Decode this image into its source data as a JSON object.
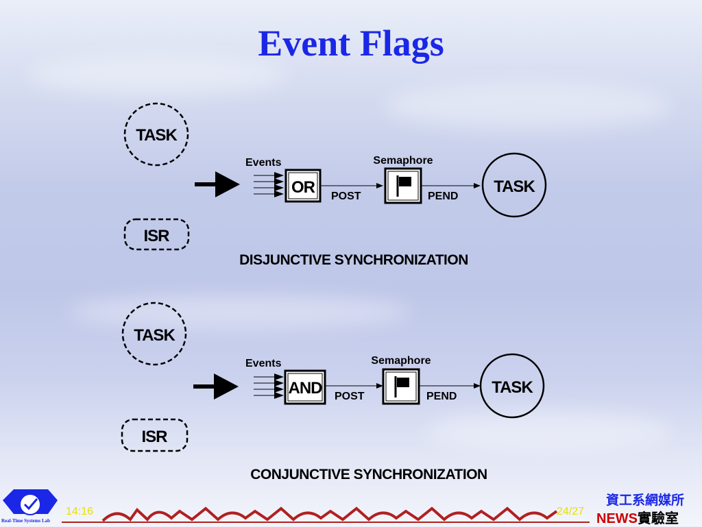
{
  "title": "Event Flags",
  "colors": {
    "title": "#1b27e6",
    "footer_text": "#e8e000",
    "news": "#cc0000"
  },
  "diagrams": [
    {
      "source_task": "TASK",
      "source_isr": "ISR",
      "events_label": "Events",
      "gate": "OR",
      "post": "POST",
      "semaphore_label": "Semaphore",
      "pend": "PEND",
      "target_task": "TASK",
      "caption": "DISJUNCTIVE SYNCHRONIZATION"
    },
    {
      "source_task": "TASK",
      "source_isr": "ISR",
      "events_label": "Events",
      "gate": "AND",
      "post": "POST",
      "semaphore_label": "Semaphore",
      "pend": "PEND",
      "target_task": "TASK",
      "caption": "CONJUNCTIVE SYNCHRONIZATION"
    }
  ],
  "footer": {
    "time": "14:16",
    "page": "24/27",
    "dept": "資工系網媒所",
    "lab_news": "NEWS",
    "lab_suffix": "實驗室",
    "logo_text": "Real-Time Systems Lab",
    "icons": [
      "rtl-logo-icon",
      "flag-icon"
    ]
  }
}
